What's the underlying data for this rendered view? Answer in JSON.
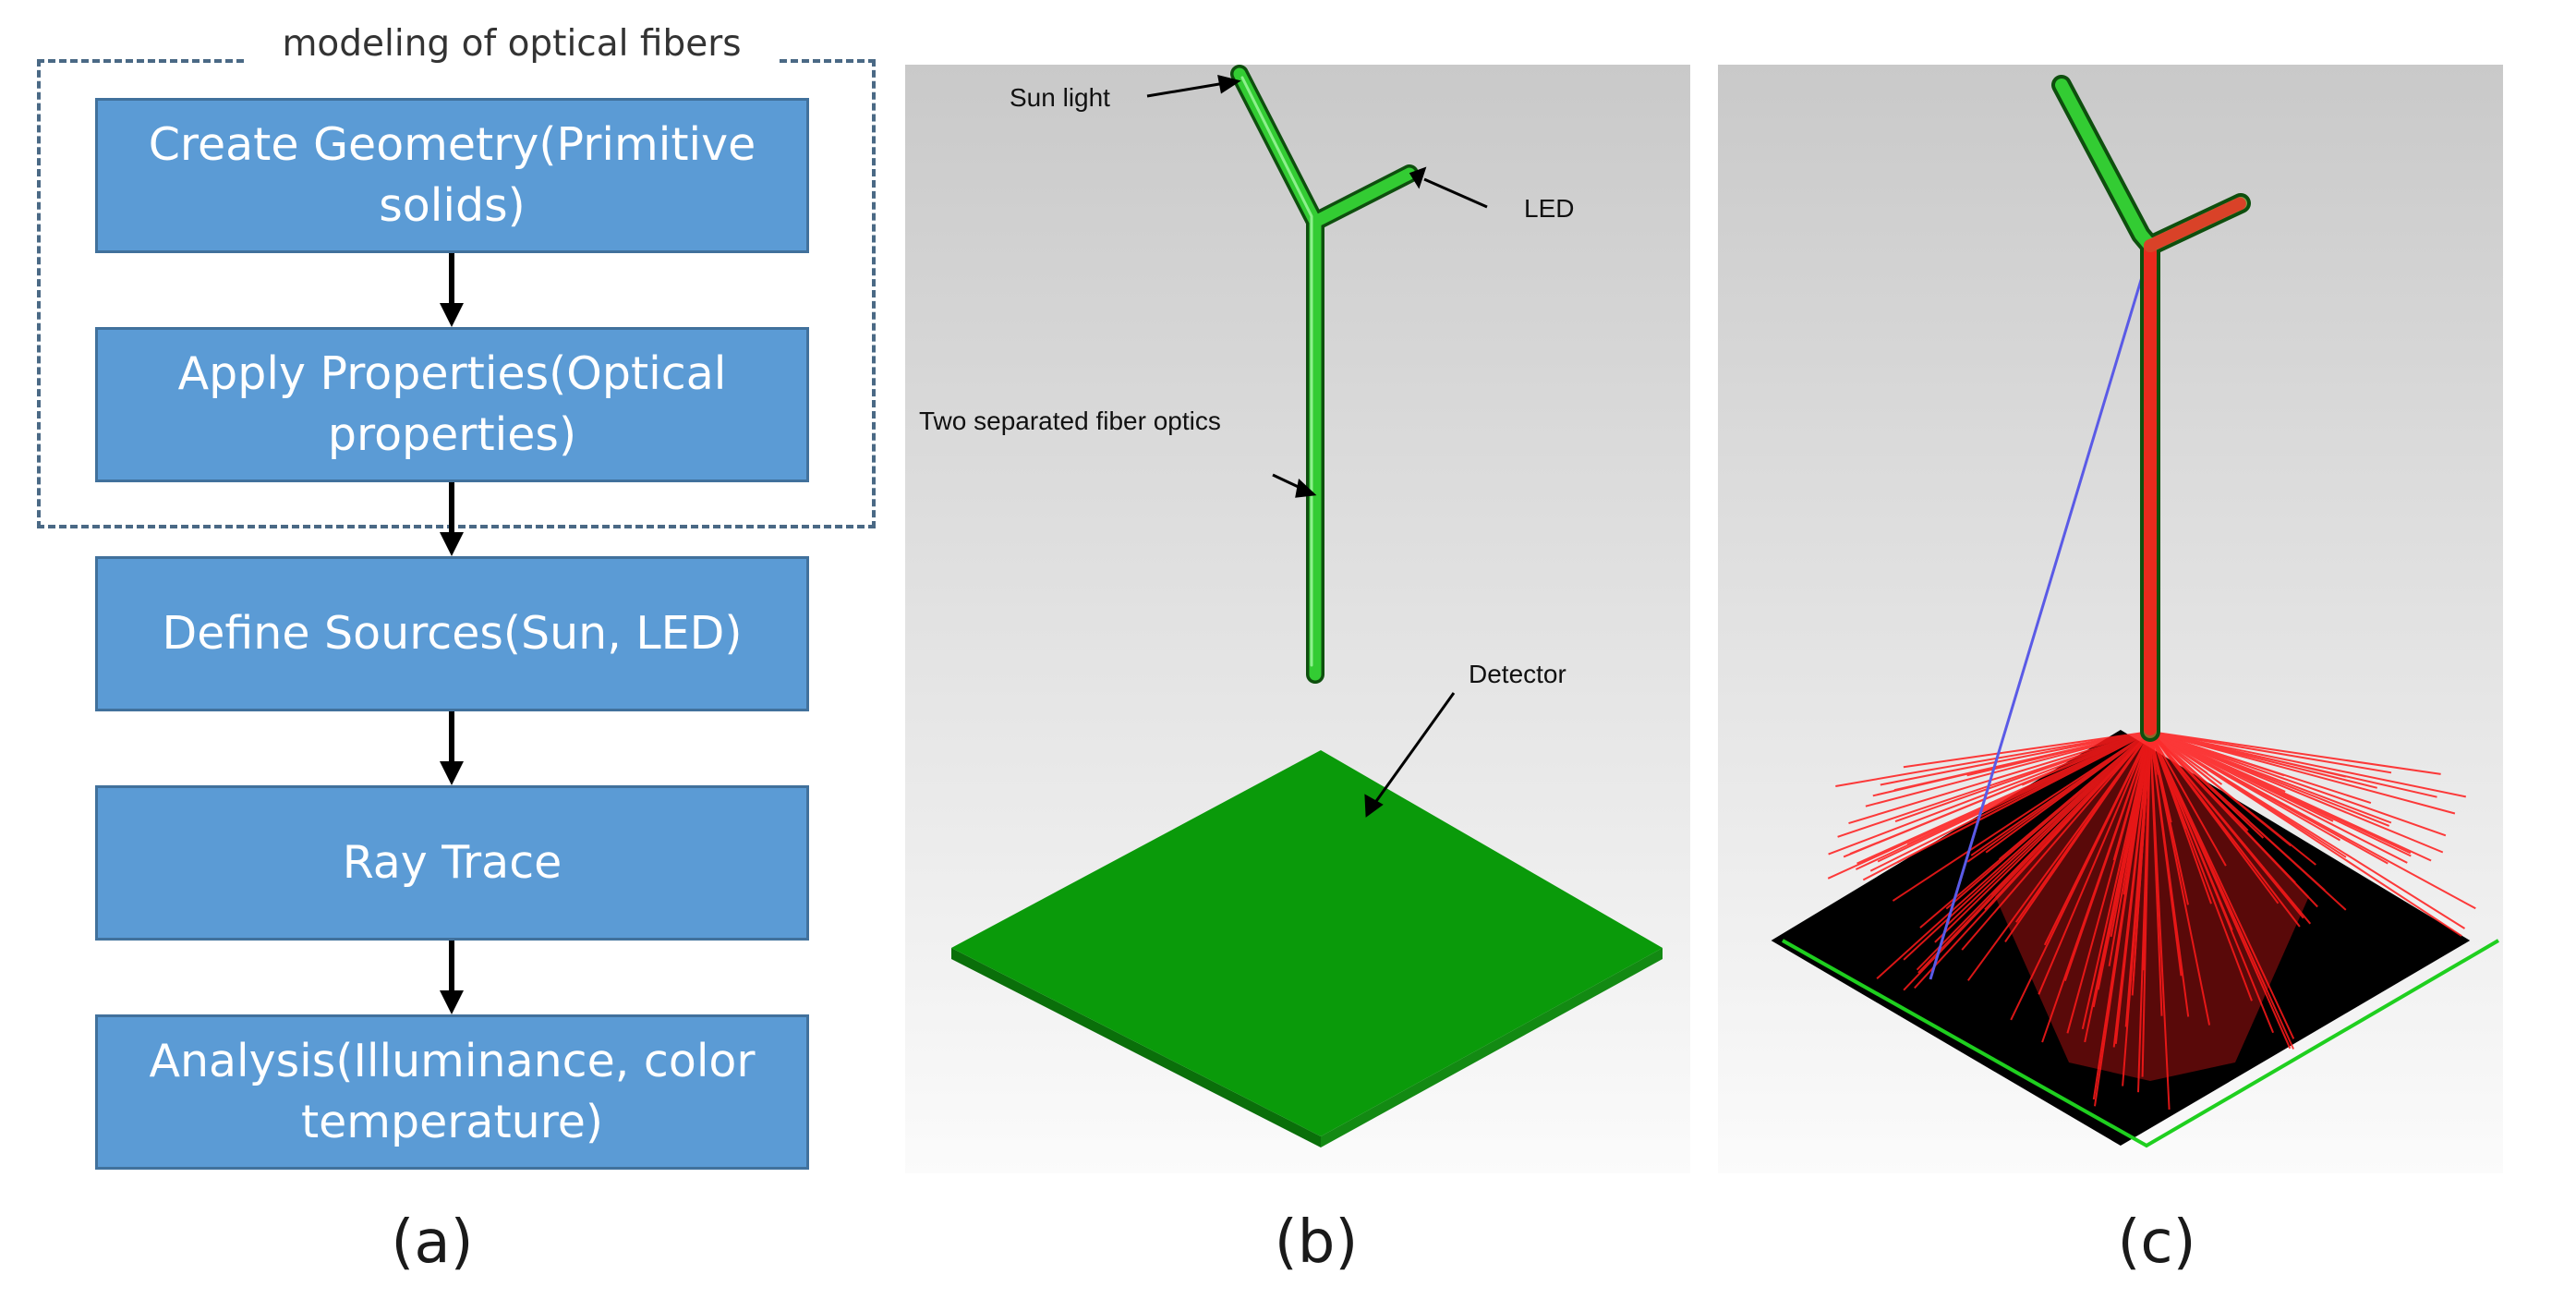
{
  "flowchart": {
    "group_title": "modeling of optical fibers",
    "steps": [
      "Create Geometry(Primitive solids)",
      "Apply Properties(Optical properties)",
      "Define Sources(Sun,  LED)",
      "Ray Trace",
      "Analysis(Illuminance,  color temperature)"
    ]
  },
  "panel_b": {
    "annotations": {
      "sun_light": "Sun light",
      "led": "LED",
      "fibers": "Two separated fiber optics",
      "detector": "Detector"
    }
  },
  "panel_labels": [
    "(a)",
    "(b)",
    "(c)"
  ],
  "colors": {
    "box_fill": "#5b9bd5",
    "box_border": "#41719c",
    "dashed_frame": "#4a6985",
    "fiber_green": "#33cc33",
    "detector_green": "#0a9a0a",
    "ray_red": "#ff1a1a",
    "stray_ray_blue": "#5a5ae6"
  }
}
